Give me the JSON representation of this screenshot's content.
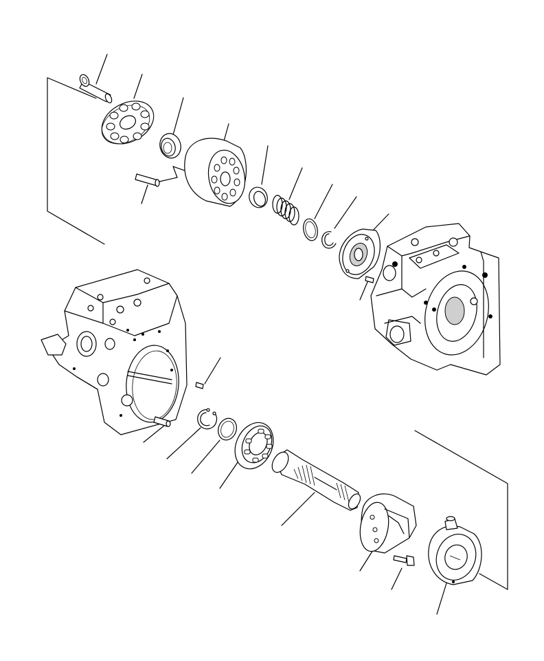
{
  "diagram": {
    "kind": "exploded-parts-view",
    "colors": {
      "line": "#000000",
      "background": "#ffffff"
    },
    "parts": [
      {
        "id": "piston"
      },
      {
        "id": "retainer-plate"
      },
      {
        "id": "spherical-bushing"
      },
      {
        "id": "cylinder-block"
      },
      {
        "id": "dowel-pin"
      },
      {
        "id": "collar"
      },
      {
        "id": "spring"
      },
      {
        "id": "washer"
      },
      {
        "id": "snap-ring"
      },
      {
        "id": "valve-plate"
      },
      {
        "id": "valve-pin"
      },
      {
        "id": "end-cap-assembly"
      },
      {
        "id": "pump-case"
      },
      {
        "id": "case-pin"
      },
      {
        "id": "knock-pin"
      },
      {
        "id": "shaft-snap-ring"
      },
      {
        "id": "spacer-ring"
      },
      {
        "id": "roller-bearing"
      },
      {
        "id": "drive-shaft"
      },
      {
        "id": "swash-plate"
      },
      {
        "id": "bolt"
      },
      {
        "id": "support-cover"
      }
    ]
  }
}
